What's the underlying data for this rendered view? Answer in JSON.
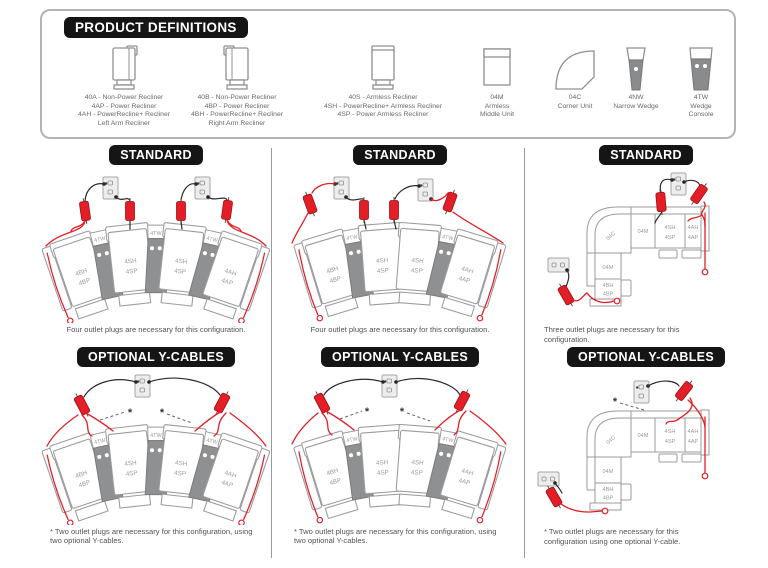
{
  "definitions": {
    "title": "PRODUCT DEFINITIONS",
    "items": [
      {
        "icon": "recliner-left-arm-icon",
        "lines": [
          "40A - Non-Power Recliner",
          "4AP - Power Recliner",
          "4AH - PowerRecline+ Recliner",
          "Left Arm Recliner"
        ]
      },
      {
        "icon": "recliner-right-arm-icon",
        "lines": [
          "40B - Non-Power Recliner",
          "4BP - Power Recliner",
          "4BH - PowerRecline+ Recliner",
          "Right Arm Recliner"
        ]
      },
      {
        "icon": "armless-recliner-icon",
        "lines": [
          "40S - Armless Recliner",
          "4SH - PowerRecline+ Armless Recliner",
          "4SP - Power Armless Recliner"
        ]
      },
      {
        "icon": "armless-middle-unit-icon",
        "lines": [
          "04M",
          "Armless",
          "Middle Unit"
        ]
      },
      {
        "icon": "corner-unit-icon",
        "lines": [
          "04C",
          "Corner Unit"
        ]
      },
      {
        "icon": "narrow-wedge-icon",
        "lines": [
          "4NW",
          "Narrow Wedge"
        ]
      },
      {
        "icon": "wedge-console-icon",
        "lines": [
          "4TW",
          "Wedge",
          "Console"
        ]
      }
    ]
  },
  "badges": {
    "standard": "STANDARD",
    "optional": "OPTIONAL Y-CABLES"
  },
  "captions": {
    "col1_standard": "Four outlet plugs are necessary for this configuration.",
    "col2_standard": "Four outlet plugs are necessary for this configuration.",
    "col3_standard": "Three outlet plugs are necessary for this configuration.",
    "col1_optional": "* Two outlet plugs are necessary for this configuration, using two optional Y-cables.",
    "col2_optional": "* Two outlet plugs are necessary for this configuration, using two optional Y-cables.",
    "col3_optional": "* Two outlet plugs are necessary for this configuration using one optional Y-cable."
  },
  "units": {
    "bh": {
      "l1": "4BH",
      "l2": "4BP"
    },
    "sh": {
      "l1": "4SH",
      "l2": "4SP"
    },
    "ah": {
      "l1": "4AH",
      "l2": "4AP"
    },
    "tw": "4TW",
    "m": "04M",
    "c": "04C"
  },
  "marker": "*",
  "colors": {
    "accent_red": "#e31e26",
    "sofa_outline": "#9b9b9b",
    "wedge_fill": "#8f9092",
    "badge_bg": "#151515",
    "caption_text": "#515254"
  }
}
